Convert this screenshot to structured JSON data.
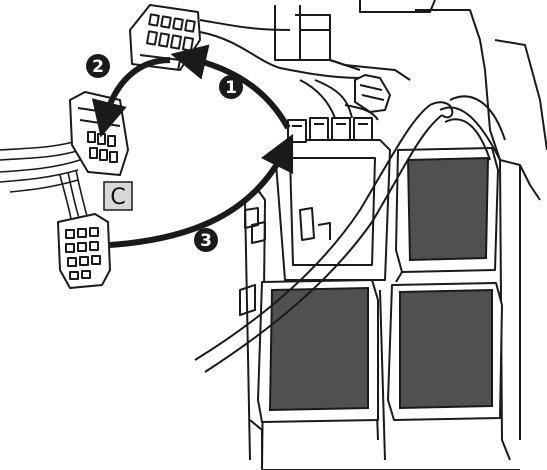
{
  "callouts": [
    {
      "id": "1",
      "label": "1"
    },
    {
      "id": "2",
      "label": "2"
    },
    {
      "id": "3",
      "label": "3"
    }
  ],
  "connector_label": "C",
  "colors": {
    "line": "#1a1a1a",
    "relay_fill": "#505050",
    "badge_fill": "#1a1a1a",
    "label_box_fill": "#d8d8d8",
    "background": "#ffffff"
  },
  "icons": [
    "connector",
    "relay",
    "wiring-harness",
    "fuse-box"
  ]
}
